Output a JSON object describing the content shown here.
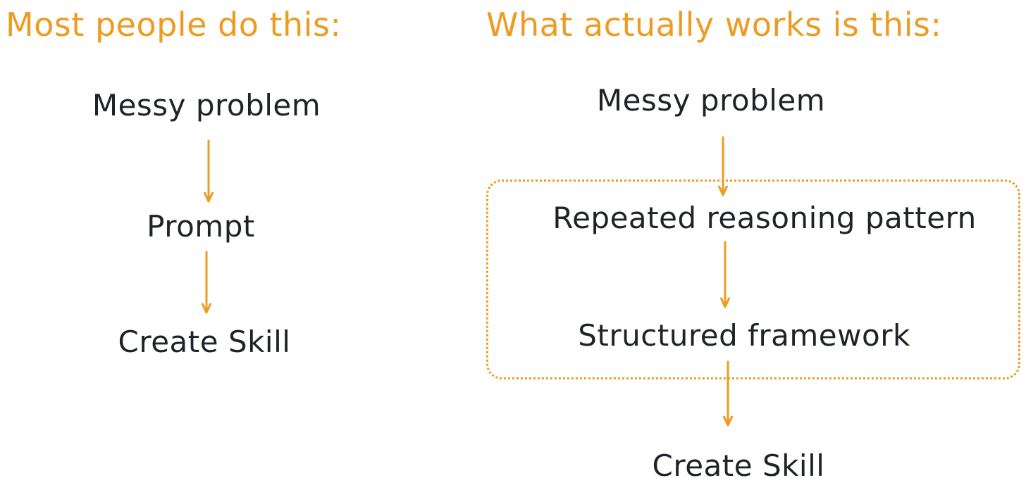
{
  "colors": {
    "accent": "#EE9B22",
    "ink": "#1F2329",
    "background": "#FFFFFF"
  },
  "left_flow": {
    "title": "Most people do this:",
    "steps": [
      {
        "label": "Messy problem"
      },
      {
        "label": "Prompt"
      },
      {
        "label": "Create Skill"
      }
    ]
  },
  "right_flow": {
    "title": "What actually works is this:",
    "steps": [
      {
        "label": "Messy problem"
      },
      {
        "label": "Repeated reasoning pattern"
      },
      {
        "label": "Structured framework"
      },
      {
        "label": "Create Skill"
      }
    ],
    "highlight_box": {
      "style": "dotted-rounded-rectangle",
      "contains": [
        "Repeated reasoning pattern",
        "Structured framework"
      ]
    }
  }
}
